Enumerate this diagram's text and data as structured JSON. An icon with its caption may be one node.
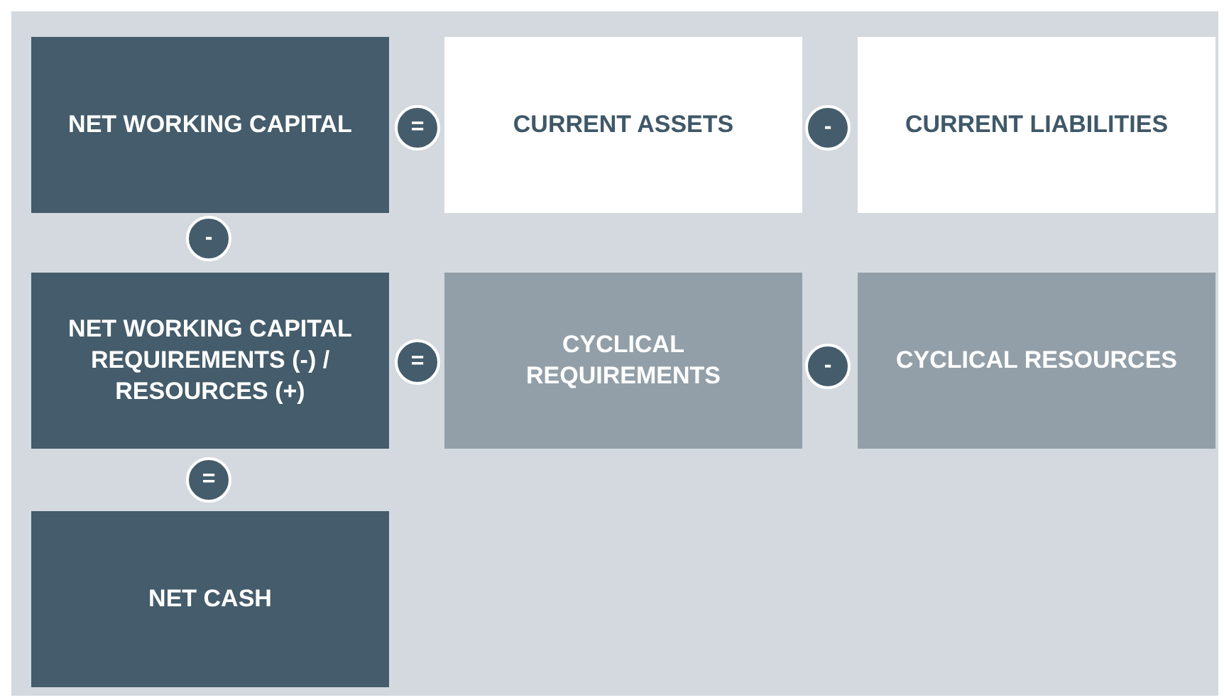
{
  "diagram": {
    "nodes": [
      {
        "text": [
          "NET WORKING CAPITAL"
        ]
      },
      {
        "text": [
          "="
        ]
      },
      {
        "text": [
          "CURRENT ASSETS"
        ]
      },
      {
        "text": [
          "-"
        ]
      },
      {
        "text": [
          "CURRENT LIABILITIES"
        ]
      },
      {
        "text": [
          "-"
        ]
      },
      {
        "text": [
          "NET WORKING CAPITAL REQUIREMENTS (-) / RESOURCES (+)"
        ]
      },
      {
        "text": [
          "="
        ]
      },
      {
        "text": [
          "CYCLICAL REQUIREMENTS"
        ]
      },
      {
        "text": [
          "-"
        ]
      },
      {
        "text": [
          "CYCLICAL RESOURCES"
        ]
      },
      {
        "text": [
          "="
        ]
      },
      {
        "text": [
          "NET CASH"
        ]
      }
    ]
  }
}
